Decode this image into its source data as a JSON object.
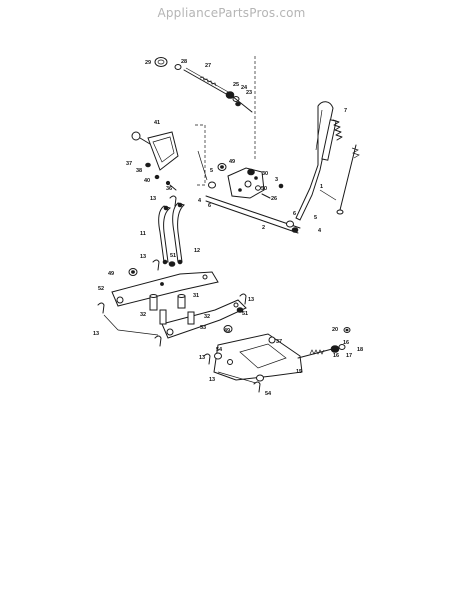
{
  "watermark": "AppliancePartsPros.com",
  "callouts": {
    "c1": "1",
    "c2": "2",
    "c3": "3",
    "c4a": "4",
    "c4b": "4",
    "c5a": "5",
    "c5b": "5",
    "c6a": "6",
    "c6b": "6",
    "c7": "7",
    "c11": "11",
    "c12": "12",
    "c13a": "13",
    "c13b": "13",
    "c13c": "13",
    "c13d": "13",
    "c13e": "13",
    "c13f": "13",
    "c15": "15",
    "c16a": "16",
    "c16b": "16",
    "c17": "17",
    "c18": "18",
    "c20": "20",
    "c23": "23",
    "c24": "24",
    "c25": "25",
    "c26": "26",
    "c27": "27",
    "c28": "28",
    "c29": "29",
    "c30": "30",
    "c31": "31",
    "c32a": "32",
    "c32b": "32",
    "c36": "36",
    "c37a": "37",
    "c37b": "37",
    "c38": "38",
    "c40": "40",
    "c41": "41",
    "c49a": "49",
    "c49b": "49",
    "c49c": "49",
    "c50": "50",
    "c51a": "51",
    "c51b": "51",
    "c52": "52",
    "c53": "53",
    "c54a": "54",
    "c54b": "54"
  }
}
